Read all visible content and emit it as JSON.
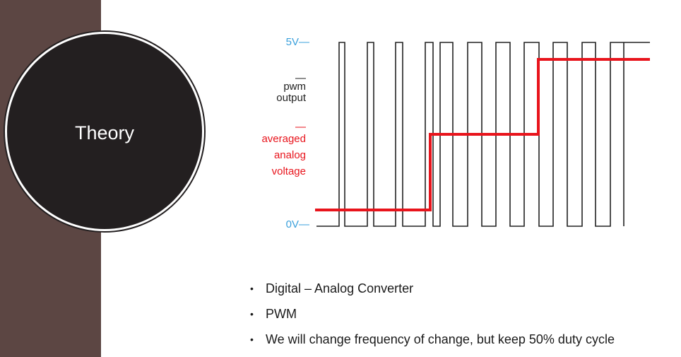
{
  "slide": {
    "title": "Theory",
    "colors": {
      "side_band": "#5c4643",
      "circle": "#231f20",
      "title_text": "#ffffff",
      "voltage_labels": "#3aa0dc",
      "averaged_signal": "#e8141c",
      "pwm_signal": "#222222"
    }
  },
  "diagram": {
    "top_voltage_label": "5V—",
    "bottom_voltage_label": "0V—",
    "pwm_label_line1": "pwm",
    "pwm_label_line2": "output",
    "avg_label_line1": "averaged",
    "avg_label_line2": "analog",
    "avg_label_line3": "voltage",
    "pwm_pulse_count": 11,
    "averaged_levels": [
      "low",
      "mid",
      "high"
    ]
  },
  "bullets": [
    "Digital – Analog Converter",
    "PWM",
    "We will change frequency of change, but keep 50% duty cycle"
  ]
}
